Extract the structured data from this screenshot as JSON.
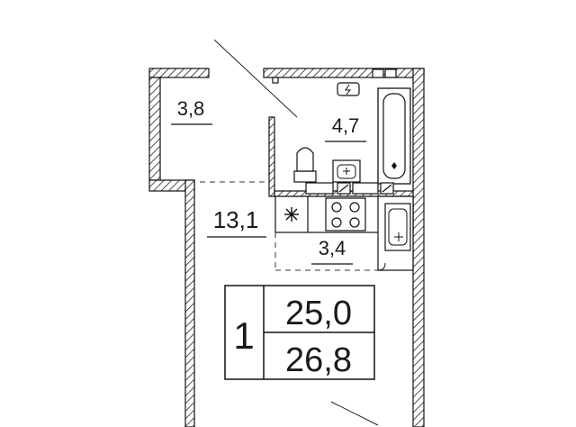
{
  "rooms": {
    "balcony_area": "3,8",
    "bathroom_area": "4,7",
    "living_area": "13,1",
    "kitchen_area": "3,4"
  },
  "summary": {
    "room_count": "1",
    "living_total": "25,0",
    "total_area": "26,8"
  },
  "icons": [
    "electrical-panel-icon",
    "snowflake-icon",
    "sink-icon",
    "stove-icon",
    "toilet-icon",
    "bathtub-icon"
  ]
}
